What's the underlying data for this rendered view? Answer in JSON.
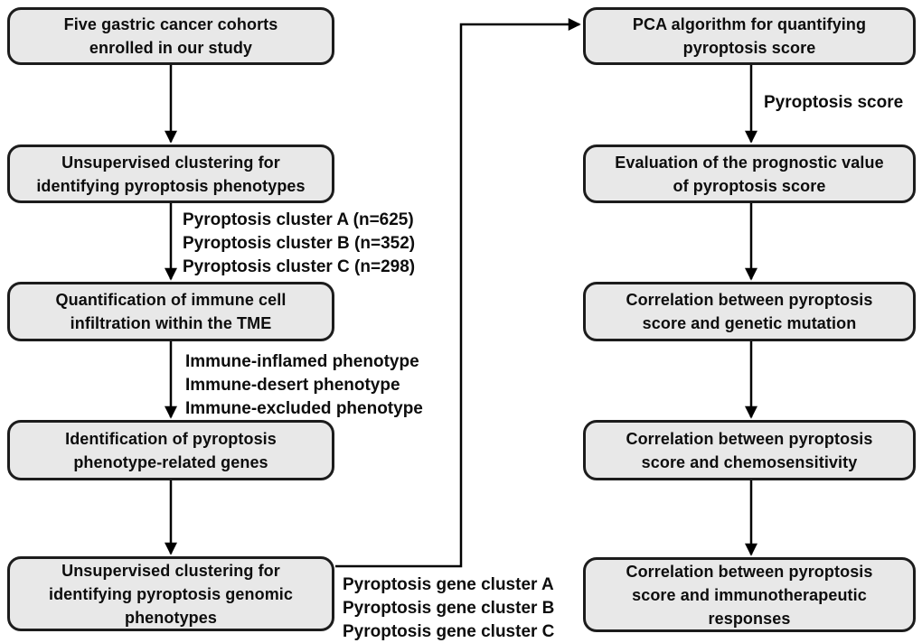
{
  "colors": {
    "box_fill": "#e8e8e8",
    "box_border": "#1c1c1c",
    "text": "#0d0d0d",
    "background": "#ffffff",
    "arrow": "#000000"
  },
  "left_column": {
    "boxes": [
      {
        "label": "Five gastric cancer cohorts\nenrolled in our study"
      },
      {
        "label": "Unsupervised clustering for\nidentifying pyroptosis phenotypes"
      },
      {
        "label": "Quantification of immune cell\ninfiltration within the TME"
      },
      {
        "label": "Identification of pyroptosis\nphenotype-related genes"
      },
      {
        "label": "Unsupervised clustering for\nidentifying pyroptosis genomic\nphenotypes"
      }
    ],
    "annotations": {
      "pyroptosis_clusters": [
        "Pyroptosis cluster A (n=625)",
        "Pyroptosis cluster B (n=352)",
        "Pyroptosis cluster C (n=298)"
      ],
      "immune_phenotypes": [
        "Immune-inflamed phenotype",
        "Immune-desert phenotype",
        "Immune-excluded phenotype"
      ],
      "gene_clusters": [
        "Pyroptosis gene cluster A",
        "Pyroptosis gene cluster B",
        "Pyroptosis gene cluster C"
      ]
    }
  },
  "right_column": {
    "boxes": [
      {
        "label": "PCA algorithm for quantifying\npyroptosis score"
      },
      {
        "label": "Evaluation of the prognostic value\nof pyroptosis score"
      },
      {
        "label": "Correlation between pyroptosis\nscore and genetic mutation"
      },
      {
        "label": "Correlation between pyroptosis\nscore and chemosensitivity"
      },
      {
        "label": "Correlation between pyroptosis\nscore and immunotherapeutic\nresponses"
      }
    ],
    "annotations": {
      "score_label": "Pyroptosis score"
    }
  }
}
